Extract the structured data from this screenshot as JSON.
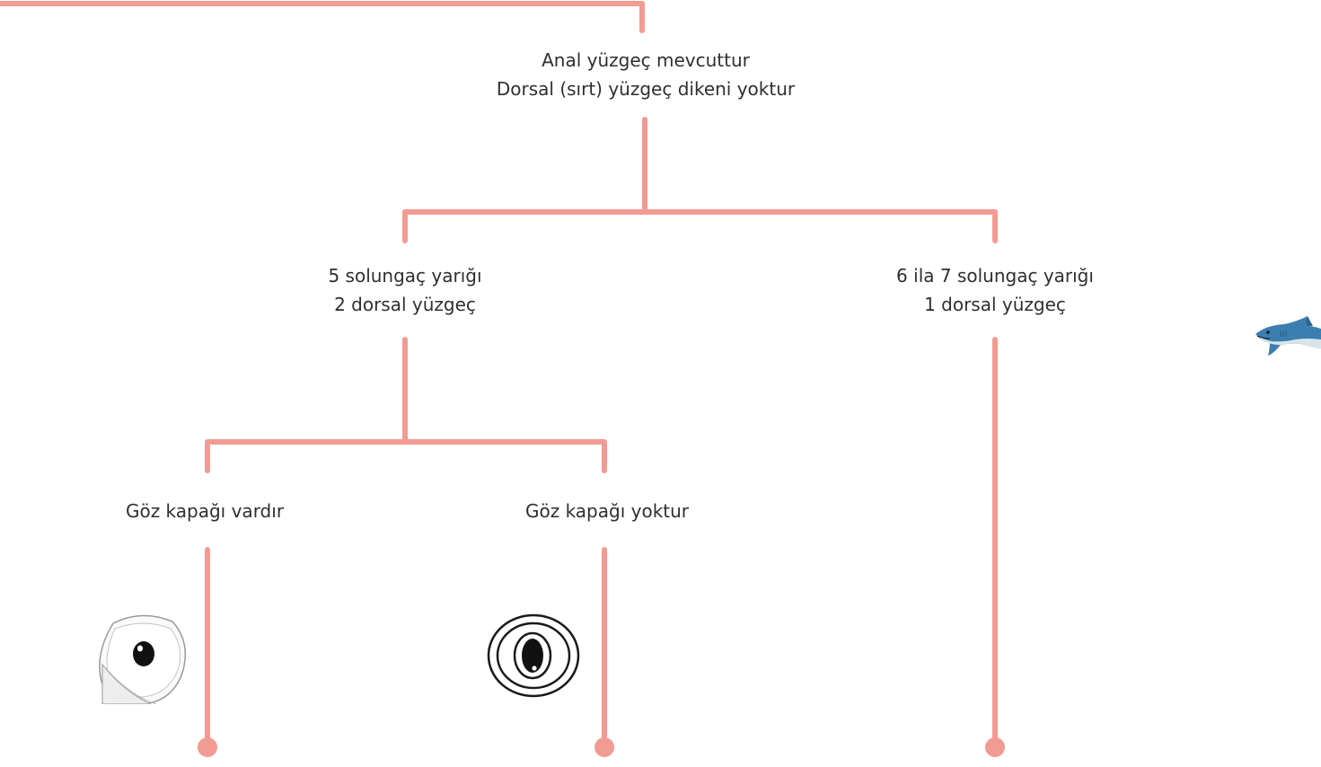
{
  "diagram": {
    "root": {
      "line1": "Anal yüzgeç mevcuttur",
      "line2": "Dorsal (sırt) yüzgeç dikeni yoktur"
    },
    "left": {
      "line1": "5 solungaç yarığı",
      "line2": "2 dorsal yüzgeç"
    },
    "right": {
      "line1": "6 ila 7 solungaç yarığı",
      "line2": "1 dorsal yüzgeç"
    },
    "left_left": {
      "line1": "Göz kapağı vardır"
    },
    "left_right": {
      "line1": "Göz kapağı yoktur"
    }
  },
  "colors": {
    "connector": "#f29b93",
    "text": "#2f2f2f",
    "shark_body": "#3b7fb0",
    "eye_outline": "#1a1a1a"
  },
  "icons": [
    "eyelid-eye-icon",
    "no-eyelid-eye-icon",
    "shark-icon"
  ]
}
